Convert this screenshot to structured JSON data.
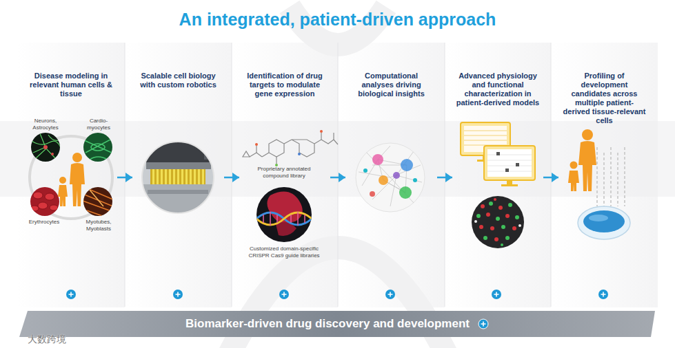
{
  "diagram": {
    "title": "An integrated, patient-driven approach",
    "nodes": [
      {
        "text": [
          "Disease modeling in relevant human cells & tissue"
        ]
      },
      {
        "text": [
          "Scalable cell biology with custom robotics"
        ]
      },
      {
        "text": [
          "Identification of drug targets to modulate gene expression"
        ]
      },
      {
        "text": [
          "Computational analyses driving biological insights"
        ]
      },
      {
        "text": [
          "Advanced physiology and functional characterization in patient-derived models"
        ]
      },
      {
        "text": [
          "Profiling of development candidates across multiple patient-derived tissue-relevant cells"
        ]
      },
      {
        "text": [
          "Biomarker-driven drug discovery and development"
        ]
      }
    ],
    "edges": [
      {
        "from": 0,
        "to": 1,
        "arrow": "to"
      },
      {
        "from": 1,
        "to": 2,
        "arrow": "to"
      },
      {
        "from": 2,
        "to": 3,
        "arrow": "to"
      },
      {
        "from": 3,
        "to": 4,
        "arrow": "to"
      },
      {
        "from": 4,
        "to": 5,
        "arrow": "to"
      }
    ],
    "labels": [
      "Neurons, Astrocytes",
      "Cardio-myocytes",
      "Erythrocytes",
      "Myotubes, Myoblasts",
      "Proprietary annotated compound library",
      "Customized domain-specific CRISPR Cas9 guide libraries",
      "大数跨境"
    ]
  }
}
